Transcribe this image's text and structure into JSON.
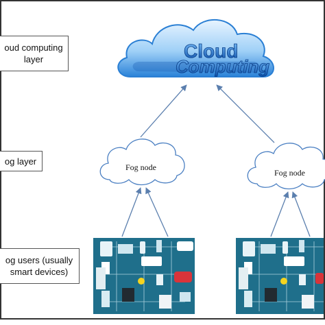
{
  "layers": {
    "cloud": {
      "line1": "oud computing",
      "line2": "layer"
    },
    "fog": {
      "line1": "og layer"
    },
    "users": {
      "line1": "og users (usually",
      "line2": "smart devices)"
    }
  },
  "cloud_logo": {
    "word1": "Cloud",
    "word2": "Computing"
  },
  "fog_nodes": [
    {
      "label": "Fog node"
    },
    {
      "label": "Fog node"
    }
  ],
  "colors": {
    "cloud_blue": "#1e6fd0",
    "arrow": "#5b7fae",
    "device_panel": "#1f6f8b"
  }
}
